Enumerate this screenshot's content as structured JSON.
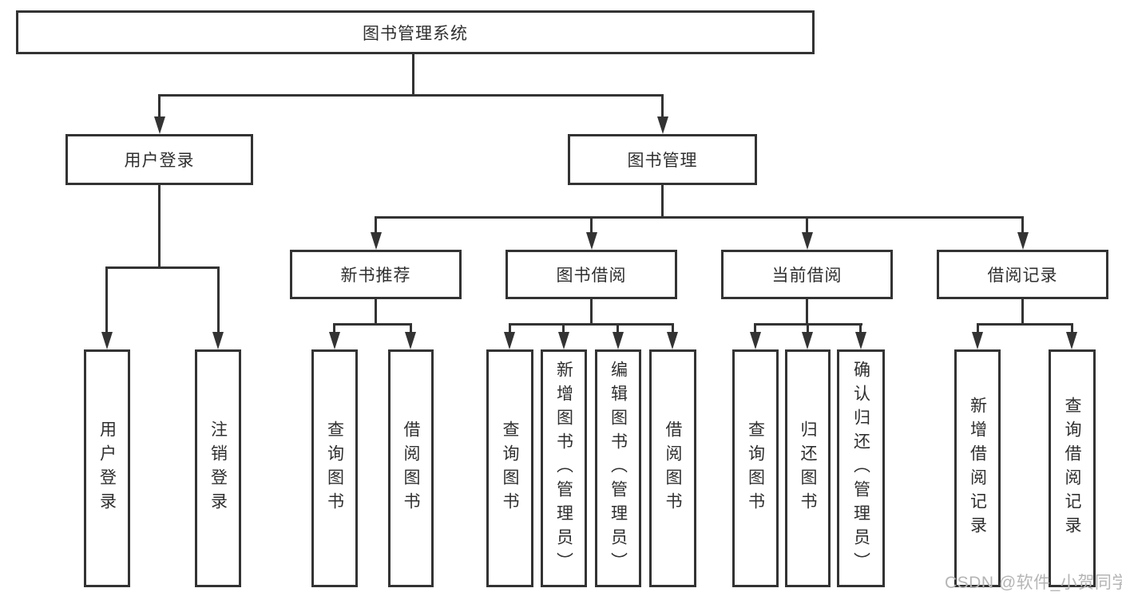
{
  "nodes": {
    "root": "图书管理系统",
    "user_login": "用户登录",
    "book_mgmt": "图书管理",
    "new_books": "新书推荐",
    "book_borrow": "图书借阅",
    "current_borrow": "当前借阅",
    "borrow_records": "借阅记录",
    "leaves": {
      "user_login": [
        "用户登录",
        "注销登录"
      ],
      "new_books": [
        "查询图书",
        "借阅图书"
      ],
      "book_borrow": [
        "查询图书",
        "新增图书（管理员）",
        "编辑图书（管理员）",
        "借阅图书"
      ],
      "current_borrow": [
        "查询图书",
        "归还图书",
        "确认归还（管理员）"
      ],
      "borrow_records": [
        "新增借阅记录",
        "查询借阅记录"
      ]
    }
  },
  "watermark": "CSDN @软件_小贺同学",
  "colors": {
    "line": "#333333",
    "text": "#2f2f2f",
    "watermark": "#b5b5b5",
    "background": "#ffffff"
  }
}
